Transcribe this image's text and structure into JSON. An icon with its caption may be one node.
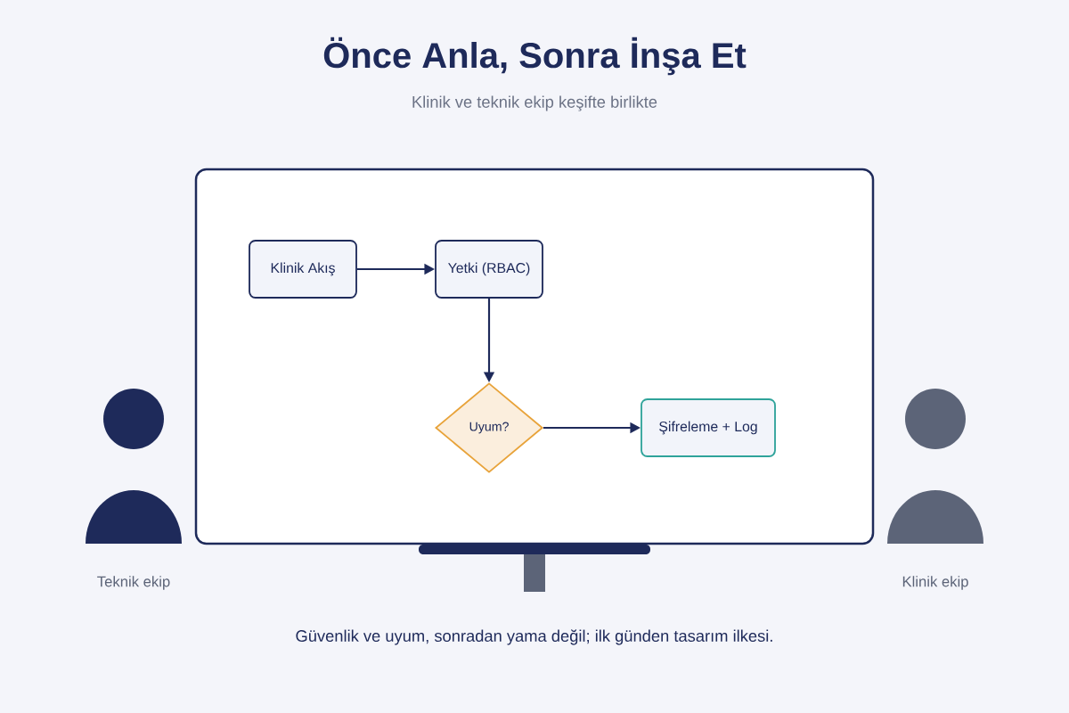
{
  "diagram": {
    "title": "Önce Anla, Sonra İnşa Et",
    "caption": "Güvenlik ve uyum, sonradan yama değil; ilk günden tasarım ilkesi.",
    "nodes": [
      {
        "text": [
          "Klinik Akış"
        ]
      },
      {
        "text": [
          "Yetki (RBAC)"
        ]
      },
      {
        "text": [
          "Uyum?"
        ]
      },
      {
        "text": [
          "Şifreleme + Log"
        ]
      }
    ],
    "edges": [
      {
        "from": 0,
        "to": 1,
        "arrow": "to"
      },
      {
        "from": 1,
        "to": 2,
        "arrow": "to"
      },
      {
        "from": 2,
        "to": 3,
        "arrow": "to"
      }
    ],
    "labels": [
      "Klinik ve teknik ekip keşifte birlikte",
      "Teknik ekip",
      "Klinik ekip"
    ]
  }
}
